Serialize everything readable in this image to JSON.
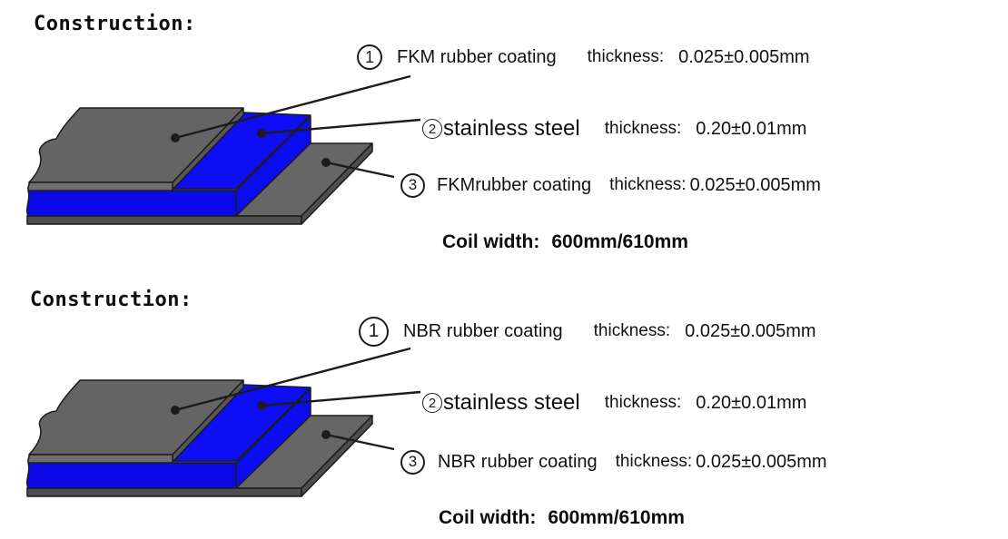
{
  "window": {
    "background": "#ffffff"
  },
  "colors": {
    "coating_gray_top": "#646464",
    "coating_gray_front": "#6e6e6e",
    "coating_gray_cut": "#595959",
    "bottom_sheet_top": "#666666",
    "bottom_sheet_face": "#4e4e4e",
    "steel_blue_top": "#0d0df6",
    "steel_blue_front": "#0a0ae8",
    "steel_blue_side": "#0b0bf0",
    "outline": "#1c1c1c",
    "text": "#111111"
  },
  "diagrams": [
    {
      "id": "fkm-construction",
      "title": "Construction:",
      "labels": [
        {
          "num": "1",
          "name": "FKM rubber coating",
          "thickness_label": "thickness:",
          "thickness_value": "0.025±0.005mm"
        },
        {
          "num": "2",
          "name": "stainless steel",
          "thickness_label": "thickness:",
          "thickness_value": "0.20±0.01mm"
        },
        {
          "num": "3",
          "name": "FKMrubber coating",
          "thickness_label": "thickness:",
          "thickness_value": "0.025±0.005mm"
        }
      ],
      "coil_width_label": "Coil width:",
      "coil_width_value": "600mm/610mm"
    },
    {
      "id": "nbr-construction",
      "title": "Construction:",
      "labels": [
        {
          "num": "1",
          "name": "NBR rubber coating",
          "thickness_label": "thickness:",
          "thickness_value": "0.025±0.005mm"
        },
        {
          "num": "2",
          "name": "stainless steel",
          "thickness_label": "thickness:",
          "thickness_value": "0.20±0.01mm"
        },
        {
          "num": "3",
          "name": "NBR rubber coating",
          "thickness_label": "thickness:",
          "thickness_value": "0.025±0.005mm"
        }
      ],
      "coil_width_label": "Coil width:",
      "coil_width_value": "600mm/610mm"
    }
  ]
}
